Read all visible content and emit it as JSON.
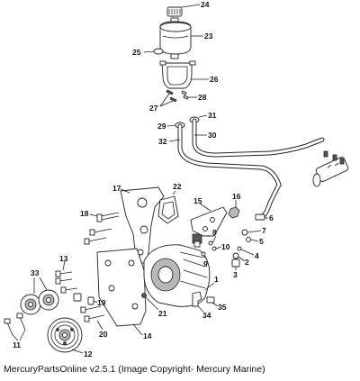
{
  "caption": "MercuryPartsOnline v2.5.1 (Image Copyright- Mercury Marine)",
  "callouts": {
    "c1": "1",
    "c2": "2",
    "c3": "3",
    "c4": "4",
    "c5": "5",
    "c6": "6",
    "c7": "7",
    "c8": "8",
    "c9": "9",
    "c10": "10",
    "c11": "11",
    "c12": "12",
    "c13": "13",
    "c14": "14",
    "c15": "15",
    "c16": "16",
    "c17": "17",
    "c18": "18",
    "c19": "19",
    "c20": "20",
    "c21": "21",
    "c22": "22",
    "c23": "23",
    "c24": "24",
    "c25": "25",
    "c26": "26",
    "c27": "27",
    "c28": "28",
    "c29": "29",
    "c30": "30",
    "c31": "31",
    "c32": "32",
    "c33": "33",
    "c34": "34",
    "c35": "35"
  }
}
